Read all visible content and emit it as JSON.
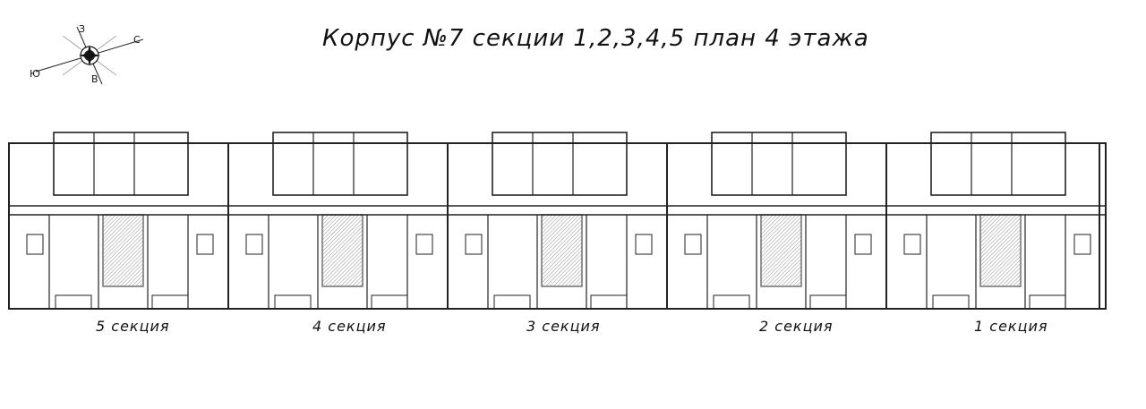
{
  "title": "Корпус №7 секции 1,2,3,4,5 план 4 этажа",
  "compass": {
    "north": "З",
    "east": "С",
    "west": "Ю",
    "south": "В"
  },
  "sections": [
    {
      "label": "5 секция"
    },
    {
      "label": "4 секция"
    },
    {
      "label": "3 секция"
    },
    {
      "label": "2 секция"
    },
    {
      "label": "1 секция"
    }
  ],
  "wall_color": "#222222",
  "hatch_color": "#444444"
}
